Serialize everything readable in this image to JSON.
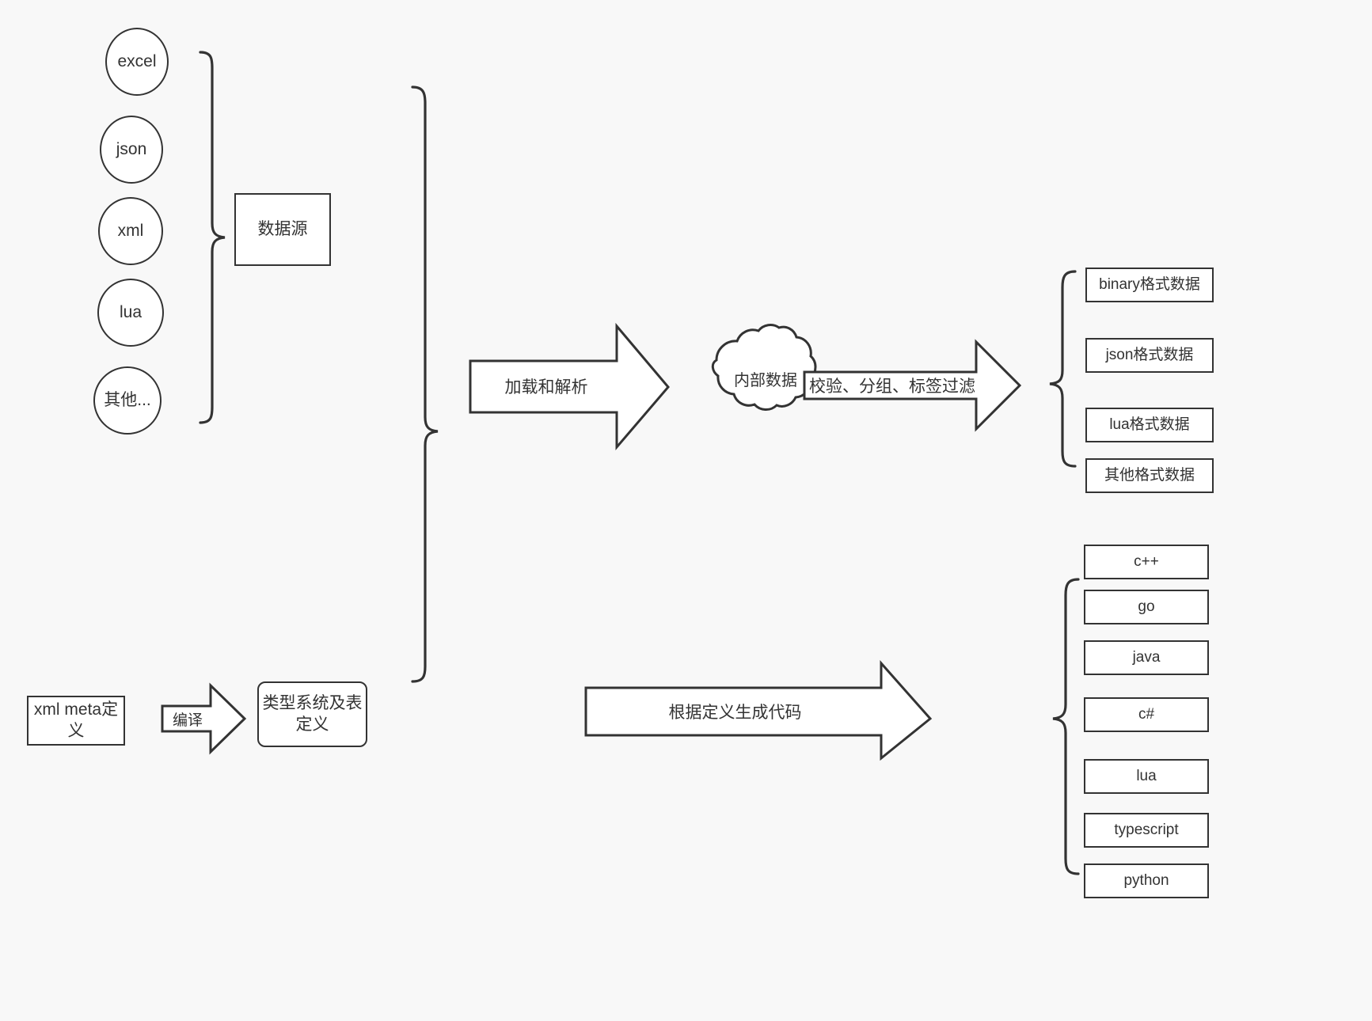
{
  "diagram": {
    "title": "data pipeline and code generation flow",
    "colors": {
      "background": "#f8f8f8",
      "stroke": "#333333",
      "fill": "#ffffff",
      "text": "#333333"
    }
  },
  "sources": {
    "items": [
      {
        "label": "excel"
      },
      {
        "label": "json"
      },
      {
        "label": "xml"
      },
      {
        "label": "lua"
      },
      {
        "label": "其他..."
      }
    ],
    "group_box_label": "数据源"
  },
  "pipeline": {
    "load_arrow_label": "加载和解析",
    "cloud_label": "内部数据",
    "process_arrow_label": "校验、分组、标签过滤"
  },
  "outputs": {
    "formats": [
      {
        "label": "binary格式数据"
      },
      {
        "label": "json格式数据"
      },
      {
        "label": "lua格式数据"
      },
      {
        "label": "其他格式数据"
      }
    ]
  },
  "meta": {
    "source_box_label": "xml meta定义",
    "compile_arrow_label": "编译",
    "target_box_label": "类型系统及表定义"
  },
  "codegen": {
    "arrow_label": "根据定义生成代码",
    "languages": [
      {
        "label": "c++"
      },
      {
        "label": "go"
      },
      {
        "label": "java"
      },
      {
        "label": "c#"
      },
      {
        "label": "lua"
      },
      {
        "label": "typescript"
      },
      {
        "label": "python"
      }
    ]
  }
}
